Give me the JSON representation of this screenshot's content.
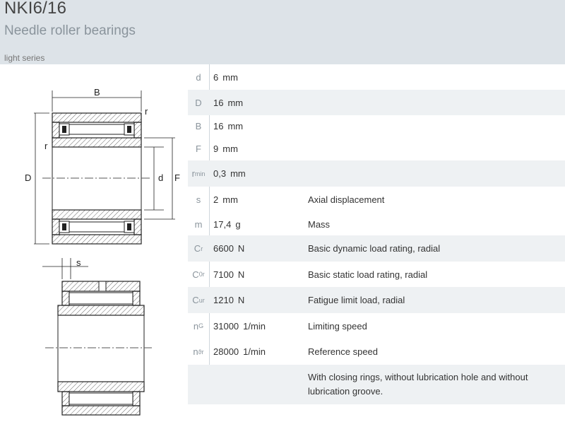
{
  "header": {
    "title": "NKI6/16",
    "subtitle": "Needle roller bearings",
    "series": "light series"
  },
  "drawing": {
    "labels": {
      "B": "B",
      "r_top": "r",
      "r_left": "r",
      "D": "D",
      "d": "d",
      "F": "F",
      "s": "s"
    }
  },
  "table": {
    "rows": [
      {
        "sym": "d",
        "sub": "",
        "value": "6",
        "unit": "mm",
        "desc": "",
        "shaded": false,
        "height": 36
      },
      {
        "sym": "D",
        "sub": "",
        "value": "16",
        "unit": "mm",
        "desc": "",
        "shaded": true,
        "height": 36
      },
      {
        "sym": "B",
        "sub": "",
        "value": "16",
        "unit": "mm",
        "desc": "",
        "shaded": false,
        "height": 30
      },
      {
        "sym": "F",
        "sub": "",
        "value": "9",
        "unit": "mm",
        "desc": "",
        "shaded": false,
        "height": 34
      },
      {
        "sym": "r",
        "sub": "min",
        "value": "0,3",
        "unit": "mm",
        "desc": "",
        "shaded": true,
        "height": 37
      },
      {
        "sym": "s",
        "sub": "",
        "value": "2",
        "unit": "mm",
        "desc": "Axial displacement",
        "shaded": false,
        "height": 37
      },
      {
        "sym": "m",
        "sub": "",
        "value": "17,4",
        "unit": "g",
        "desc": "Mass",
        "shaded": false,
        "height": 32
      },
      {
        "sym": "C",
        "sub": "r",
        "value": "6600",
        "unit": "N",
        "desc": "Basic dynamic load rating, radial",
        "shaded": true,
        "height": 37
      },
      {
        "sym": "C",
        "sub": "0r",
        "value": "7100",
        "unit": "N",
        "desc": "Basic static load rating, radial",
        "shaded": false,
        "height": 36
      },
      {
        "sym": "C",
        "sub": "ur",
        "value": "1210",
        "unit": "N",
        "desc": "Fatigue limit load, radial",
        "shaded": true,
        "height": 37
      },
      {
        "sym": "n",
        "sub": "G",
        "value": "31000",
        "unit": "1/min",
        "desc": "Limiting speed",
        "shaded": false,
        "height": 36
      },
      {
        "sym": "n",
        "sub": "ϑr",
        "value": "28000",
        "unit": "1/min",
        "desc": "Reference speed",
        "shaded": false,
        "height": 37
      },
      {
        "sym": "",
        "sub": "",
        "value": "",
        "unit": "",
        "desc": "With closing rings, without lubrication hole and without lubrication groove.",
        "shaded": true,
        "height": 56
      }
    ]
  }
}
